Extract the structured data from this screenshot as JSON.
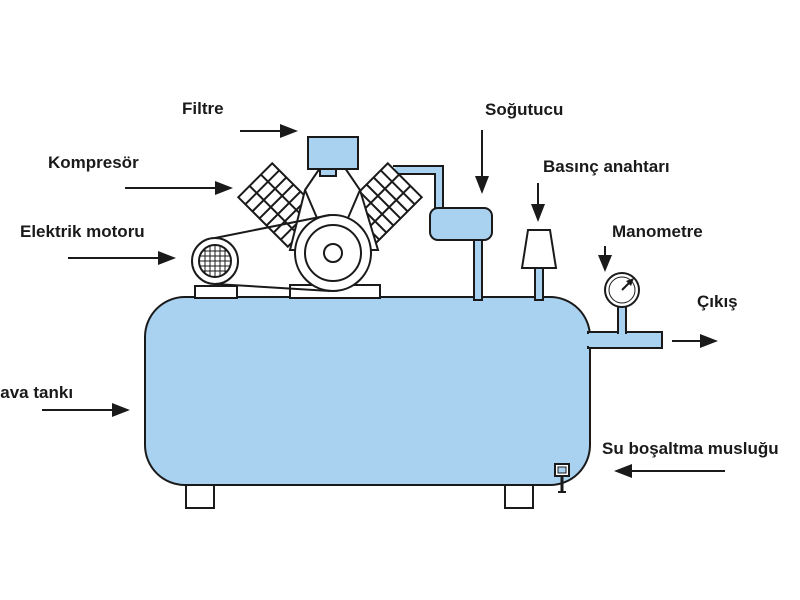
{
  "labels": {
    "filter": "Filtre",
    "cooler": "Soğutucu",
    "compressor": "Kompresör",
    "pressure_switch": "Basınç anahtarı",
    "electric_motor": "Elektrik motoru",
    "manometer": "Manometre",
    "outlet": "Çıkış",
    "air_tank": "Hava tankı",
    "drain_valve": "Su boşaltma musluğu"
  },
  "colors": {
    "component_fill": "#a9d1f0",
    "outline": "#1a1a1a",
    "background": "#ffffff"
  }
}
